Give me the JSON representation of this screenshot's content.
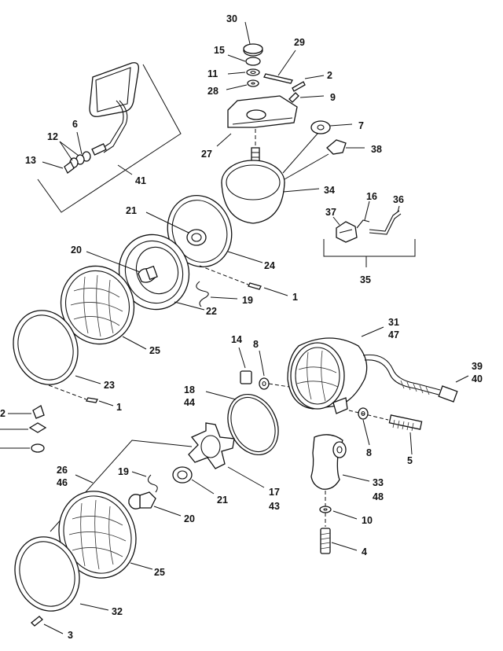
{
  "labels": {
    "l1a": "1",
    "l1b": "1",
    "l2a": "2",
    "l2b": "2",
    "l3": "3",
    "l4": "4",
    "l5": "5",
    "l6": "6",
    "l7": "7",
    "l8a": "8",
    "l8b": "8",
    "l9": "9",
    "l10": "10",
    "l11": "11",
    "l12": "12",
    "l13": "13",
    "l14": "14",
    "l15": "15",
    "l16": "16",
    "l17": "17",
    "l18": "18",
    "l19a": "19",
    "l19b": "19",
    "l20a": "20",
    "l20b": "20",
    "l21a": "21",
    "l21b": "21",
    "l22": "22",
    "l23": "23",
    "l24": "24",
    "l25a": "25",
    "l25b": "25",
    "l26": "26",
    "l27": "27",
    "l28": "28",
    "l29": "29",
    "l30": "30",
    "l31": "31",
    "l32": "32",
    "l33": "33",
    "l34": "34",
    "l35": "35",
    "l36": "36",
    "l37": "37",
    "l38": "38",
    "l39": "39",
    "l40": "40",
    "l41": "41",
    "l43": "43",
    "l44": "44",
    "l46": "46",
    "l47": "47",
    "l48": "48"
  }
}
